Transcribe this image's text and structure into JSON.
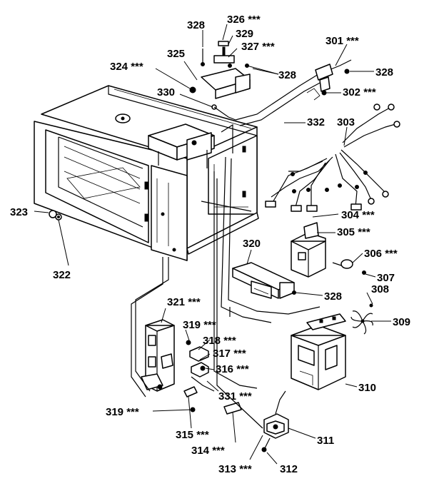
{
  "diagram": {
    "labels": [
      {
        "id": "l326",
        "text": "326 ***"
      },
      {
        "id": "l328a",
        "text": "328"
      },
      {
        "id": "l329",
        "text": "329"
      },
      {
        "id": "l327",
        "text": "327 ***"
      },
      {
        "id": "l301",
        "text": "301 ***"
      },
      {
        "id": "l325",
        "text": "325"
      },
      {
        "id": "l324",
        "text": "324 ***"
      },
      {
        "id": "l328b",
        "text": "328"
      },
      {
        "id": "l328c",
        "text": "328"
      },
      {
        "id": "l330",
        "text": "330"
      },
      {
        "id": "l302",
        "text": "302 ***"
      },
      {
        "id": "l332",
        "text": "332"
      },
      {
        "id": "l303",
        "text": "303"
      },
      {
        "id": "l323",
        "text": "323"
      },
      {
        "id": "l304",
        "text": "304 ***"
      },
      {
        "id": "l305",
        "text": "305 ***"
      },
      {
        "id": "l320",
        "text": "320"
      },
      {
        "id": "l306",
        "text": "306 ***"
      },
      {
        "id": "l322",
        "text": "322"
      },
      {
        "id": "l307",
        "text": "307"
      },
      {
        "id": "l308",
        "text": "308"
      },
      {
        "id": "l328d",
        "text": "328"
      },
      {
        "id": "l321",
        "text": "321 ***"
      },
      {
        "id": "l309",
        "text": "309"
      },
      {
        "id": "l319a",
        "text": "319 ***"
      },
      {
        "id": "l318",
        "text": "318 ***"
      },
      {
        "id": "l317",
        "text": "317 ***"
      },
      {
        "id": "l316",
        "text": "316 ***"
      },
      {
        "id": "l310",
        "text": "310"
      },
      {
        "id": "l331",
        "text": "331 ***"
      },
      {
        "id": "l319b",
        "text": "319 ***"
      },
      {
        "id": "l315",
        "text": "315 ***"
      },
      {
        "id": "l311",
        "text": "311"
      },
      {
        "id": "l314",
        "text": "314 ***"
      },
      {
        "id": "l313",
        "text": "313 ***"
      },
      {
        "id": "l312",
        "text": "312"
      }
    ]
  }
}
